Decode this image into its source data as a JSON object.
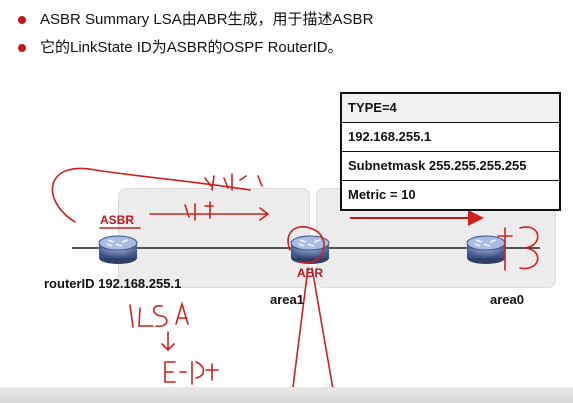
{
  "bullets": [
    "ASBR Summary LSA由ABR生成，用于描述ASBR",
    "它的LinkState ID为ASBR的OSPF RouterID。"
  ],
  "lsa_fields": [
    "TYPE=4",
    "192.168.255.1",
    "Subnetmask 255.255.255.255",
    "Metric = 10"
  ],
  "routers": {
    "left": {
      "role": "ASBR",
      "label": "routerID 192.168.255.1"
    },
    "middle": {
      "role": "ABR",
      "label": "area1"
    },
    "right": {
      "label": "area0"
    }
  },
  "colors": {
    "bullet": "#c0161d",
    "ink": "#d11f1f",
    "router_body": "#4a5f8c"
  }
}
